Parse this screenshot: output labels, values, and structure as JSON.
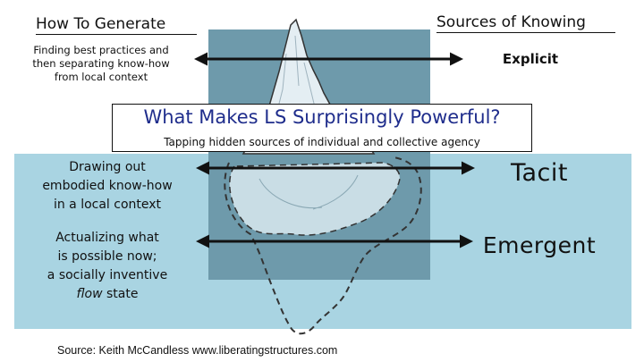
{
  "headers": {
    "how_to_generate": "How To Generate",
    "sources_of_knowing": "Sources of Knowing"
  },
  "rows": [
    {
      "method": "Finding best practices and then separating know-how from local context",
      "source": "Explicit"
    },
    {
      "method": "Drawing out embodied know-how in a local context",
      "source": "Tacit"
    },
    {
      "method_parts": [
        "Actualizing what",
        "is possible now;",
        "a socially inventive",
        "flow",
        "state"
      ],
      "source": "Emergent"
    }
  ],
  "title": "What Makes LS Surprisingly Powerful?",
  "subtitle": "Tapping hidden sources of individual and collective agency",
  "credit": "Source: Keith McCandless  www.liberatingstructures.com",
  "colors": {
    "water": "#a9d4e2",
    "sky": "#6e9aab",
    "ice": "#e4eef3",
    "title_text": "#1f2d8c",
    "arrow": "#111111"
  }
}
